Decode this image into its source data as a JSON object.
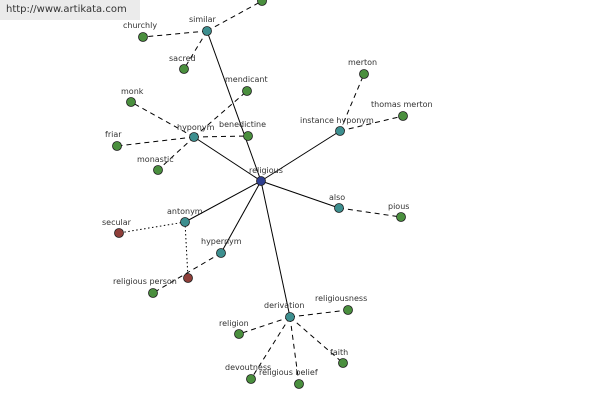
{
  "header": {
    "url": "http://www.artikata.com"
  },
  "colors": {
    "center": "#2f3f8f",
    "relation": "#3d8f8f",
    "word": "#4a8f3e",
    "opposite": "#8f3f3a",
    "edge": "#000000"
  },
  "nodes": [
    {
      "id": "religious",
      "label": "religious",
      "kind": "center"
    },
    {
      "id": "similar",
      "label": "similar",
      "kind": "relation"
    },
    {
      "id": "hyponym",
      "label": "hyponym",
      "kind": "relation"
    },
    {
      "id": "instance_hyponym",
      "label": "instance hyponym",
      "kind": "relation"
    },
    {
      "id": "also",
      "label": "also",
      "kind": "relation"
    },
    {
      "id": "antonym",
      "label": "antonym",
      "kind": "relation"
    },
    {
      "id": "hypernym",
      "label": "hypernym",
      "kind": "relation"
    },
    {
      "id": "derivation",
      "label": "derivation",
      "kind": "relation"
    },
    {
      "id": "churchly",
      "label": "churchly",
      "kind": "word"
    },
    {
      "id": "sacred",
      "label": "sacred",
      "kind": "word"
    },
    {
      "id": "top_cut",
      "label": "",
      "kind": "word"
    },
    {
      "id": "mendicant",
      "label": "mendicant",
      "kind": "word"
    },
    {
      "id": "monk",
      "label": "monk",
      "kind": "word"
    },
    {
      "id": "benedictine",
      "label": "benedictine",
      "kind": "word"
    },
    {
      "id": "friar",
      "label": "friar",
      "kind": "word"
    },
    {
      "id": "monastic",
      "label": "monastic",
      "kind": "word"
    },
    {
      "id": "merton",
      "label": "merton",
      "kind": "word"
    },
    {
      "id": "thomas_merton",
      "label": "thomas merton",
      "kind": "word"
    },
    {
      "id": "pious",
      "label": "pious",
      "kind": "word"
    },
    {
      "id": "secular",
      "label": "secular",
      "kind": "opposite"
    },
    {
      "id": "religious_person_node",
      "label": "",
      "kind": "opposite"
    },
    {
      "id": "religious_person",
      "label": "religious person",
      "kind": "word"
    },
    {
      "id": "religiousness",
      "label": "religiousness",
      "kind": "word"
    },
    {
      "id": "religion",
      "label": "religion",
      "kind": "word"
    },
    {
      "id": "faith",
      "label": "faith",
      "kind": "word"
    },
    {
      "id": "devoutness",
      "label": "devoutness",
      "kind": "word"
    },
    {
      "id": "religious_belief",
      "label": "religious belief",
      "kind": "word"
    }
  ],
  "edges": [
    {
      "from": "religious",
      "to": "similar",
      "style": "solid"
    },
    {
      "from": "religious",
      "to": "hyponym",
      "style": "solid"
    },
    {
      "from": "religious",
      "to": "instance_hyponym",
      "style": "solid"
    },
    {
      "from": "religious",
      "to": "also",
      "style": "solid"
    },
    {
      "from": "religious",
      "to": "antonym",
      "style": "solid"
    },
    {
      "from": "religious",
      "to": "hypernym",
      "style": "solid"
    },
    {
      "from": "religious",
      "to": "derivation",
      "style": "solid"
    },
    {
      "from": "similar",
      "to": "churchly",
      "style": "dashed"
    },
    {
      "from": "similar",
      "to": "sacred",
      "style": "dashed"
    },
    {
      "from": "similar",
      "to": "top_cut",
      "style": "dashed"
    },
    {
      "from": "hyponym",
      "to": "mendicant",
      "style": "dashed"
    },
    {
      "from": "hyponym",
      "to": "monk",
      "style": "dashed"
    },
    {
      "from": "hyponym",
      "to": "benedictine",
      "style": "dashed"
    },
    {
      "from": "hyponym",
      "to": "friar",
      "style": "dashed"
    },
    {
      "from": "hyponym",
      "to": "monastic",
      "style": "dashed"
    },
    {
      "from": "instance_hyponym",
      "to": "merton",
      "style": "dashed"
    },
    {
      "from": "instance_hyponym",
      "to": "thomas_merton",
      "style": "dashed"
    },
    {
      "from": "also",
      "to": "pious",
      "style": "dashed"
    },
    {
      "from": "antonym",
      "to": "secular",
      "style": "dotted"
    },
    {
      "from": "antonym",
      "to": "religious_person_node",
      "style": "dotted"
    },
    {
      "from": "hypernym",
      "to": "religious_person",
      "style": "dashed"
    },
    {
      "from": "derivation",
      "to": "religiousness",
      "style": "dashed"
    },
    {
      "from": "derivation",
      "to": "religion",
      "style": "dashed"
    },
    {
      "from": "derivation",
      "to": "faith",
      "style": "dashed"
    },
    {
      "from": "derivation",
      "to": "devoutness",
      "style": "dashed"
    },
    {
      "from": "derivation",
      "to": "religious_belief",
      "style": "dashed"
    }
  ]
}
